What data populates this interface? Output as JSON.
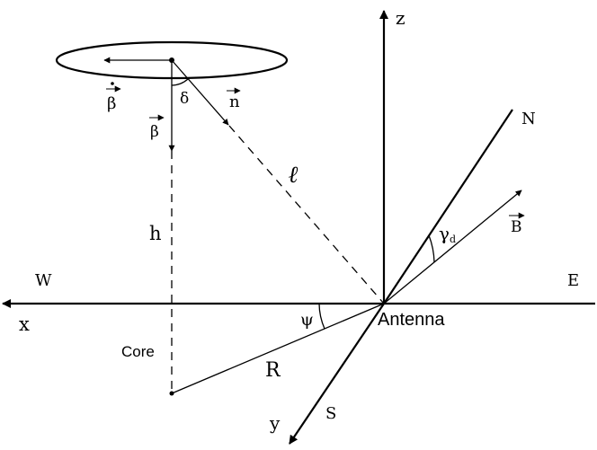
{
  "labels": {
    "z": "z",
    "x": "x",
    "y": "y",
    "W": "W",
    "E": "E",
    "N": "N",
    "S": "S",
    "B": "B",
    "gamma": "γ",
    "gamma_sub": "d",
    "n": "n",
    "beta": "β",
    "beta_dot": "β",
    "delta": "δ",
    "ell": "ℓ",
    "h": "h",
    "psi": "ψ",
    "R": "R",
    "antenna": "Antenna",
    "core": "Core"
  },
  "colors": {
    "stroke": "#000000",
    "background": "#ffffff"
  }
}
